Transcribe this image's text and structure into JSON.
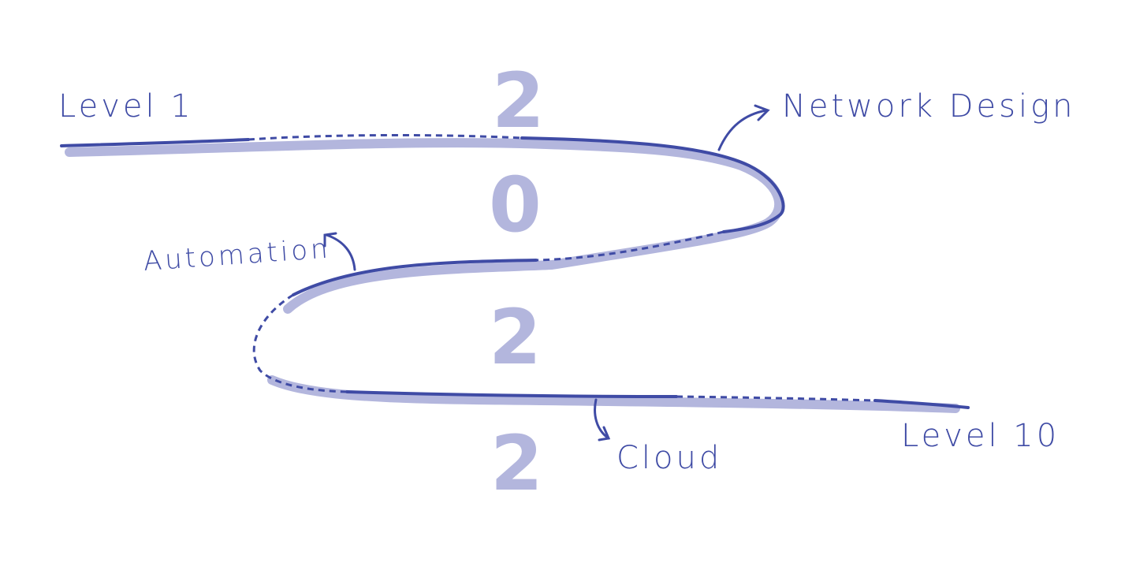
{
  "colors": {
    "line": "#3F4BA5",
    "shadow": "#B3B6DD"
  },
  "year_digits": [
    "2",
    "0",
    "2",
    "2"
  ],
  "labels": {
    "start": "Level 1",
    "end": "Level 10",
    "network": "Network Design",
    "automation": "Automation",
    "cloud": "Cloud"
  }
}
